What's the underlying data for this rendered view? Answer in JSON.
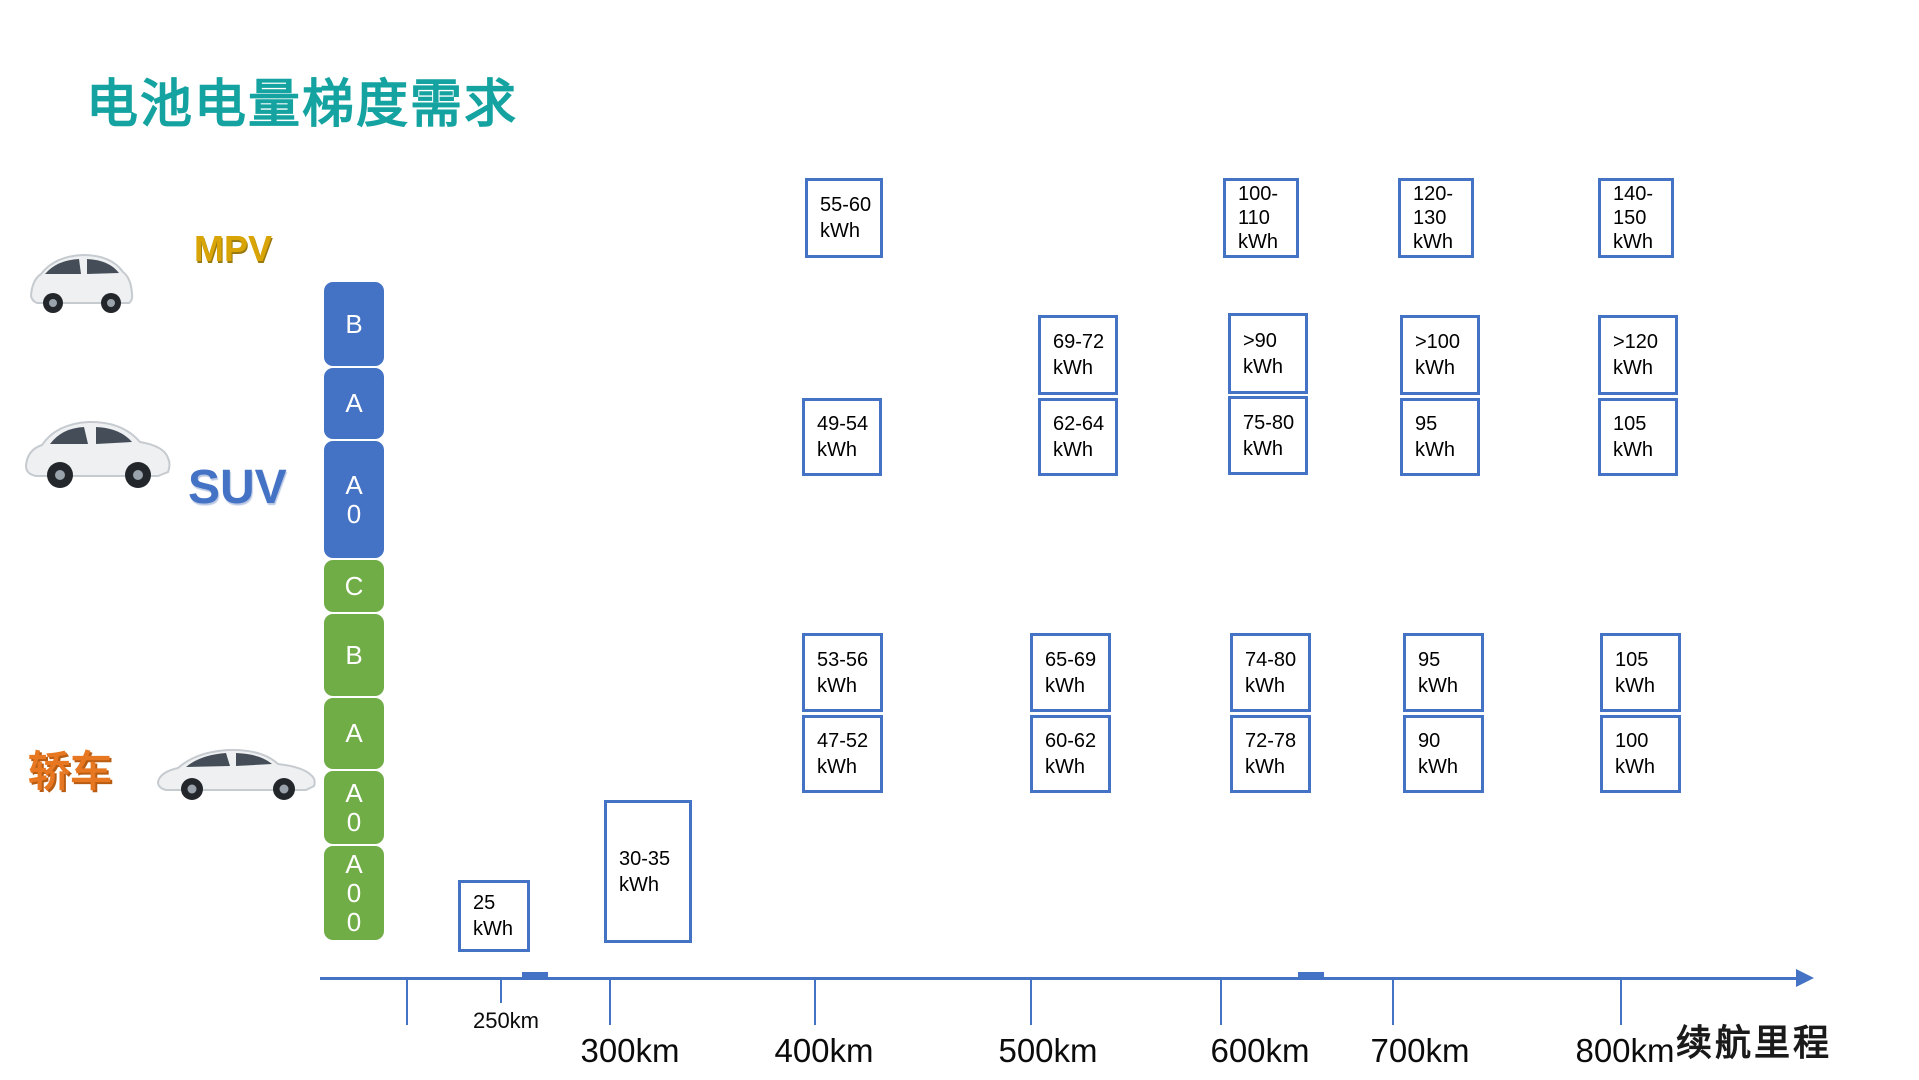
{
  "title": "电池电量梯度需求",
  "vehicles": {
    "mpv_label": "MPV",
    "suv_label": "SUV",
    "sedan_label": "轿车"
  },
  "size_bar": {
    "suv_lines": [
      [
        "B"
      ],
      [
        "A"
      ],
      [
        "A",
        "0"
      ]
    ],
    "sedan_lines": [
      [
        "C"
      ],
      [
        "B"
      ],
      [
        "A"
      ],
      [
        "A",
        "0"
      ],
      [
        "A",
        "0",
        "0"
      ]
    ]
  },
  "axis": {
    "title": "续航里程",
    "tick_labels": [
      "250km",
      "300km",
      "400km",
      "500km",
      "600km",
      "700km",
      "800km"
    ]
  },
  "boxes": {
    "mpv_400": {
      "lines": [
        "55-60",
        "kWh"
      ]
    },
    "mpv_600": {
      "lines": [
        "100-",
        "110",
        "kWh"
      ]
    },
    "mpv_700": {
      "lines": [
        "120-",
        "130",
        "kWh"
      ]
    },
    "mpv_800": {
      "lines": [
        "140-",
        "150",
        "kWh"
      ]
    },
    "suv_500_upper": {
      "lines": [
        "69-72",
        "kWh"
      ]
    },
    "suv_600_upper": {
      "lines": [
        ">90",
        "kWh"
      ]
    },
    "suv_700_upper": {
      "lines": [
        ">100",
        "kWh"
      ]
    },
    "suv_800_upper": {
      "lines": [
        ">120",
        "kWh"
      ]
    },
    "suv_400_lower": {
      "lines": [
        "49-54",
        "kWh"
      ]
    },
    "suv_500_lower": {
      "lines": [
        "62-64",
        "kWh"
      ]
    },
    "suv_600_lower": {
      "lines": [
        "75-80",
        "kWh"
      ]
    },
    "suv_700_lower": {
      "lines": [
        "95",
        "kWh"
      ]
    },
    "suv_800_lower": {
      "lines": [
        "105",
        "kWh"
      ]
    },
    "sedan_400_upper": {
      "lines": [
        "53-56",
        "kWh"
      ]
    },
    "sedan_500_upper": {
      "lines": [
        "65-69",
        "kWh"
      ]
    },
    "sedan_600_upper": {
      "lines": [
        "74-80",
        "kWh"
      ]
    },
    "sedan_700_upper": {
      "lines": [
        "95",
        "kWh"
      ]
    },
    "sedan_800_upper": {
      "lines": [
        "105",
        "kWh"
      ]
    },
    "sedan_400_lower": {
      "lines": [
        "47-52",
        "kWh"
      ]
    },
    "sedan_500_lower": {
      "lines": [
        "60-62",
        "kWh"
      ]
    },
    "sedan_600_lower": {
      "lines": [
        "72-78",
        "kWh"
      ]
    },
    "sedan_700_lower": {
      "lines": [
        "90",
        "kWh"
      ]
    },
    "sedan_800_lower": {
      "lines": [
        "100",
        "kWh"
      ]
    },
    "sedan_300": {
      "lines": [
        "30-35",
        "kWh"
      ]
    },
    "sedan_250": {
      "lines": [
        "25",
        "kWh"
      ]
    }
  },
  "colors": {
    "accent_blue": "#4472C4",
    "accent_green": "#70AD47",
    "title_teal": "#14A3A0",
    "mpv_gold": "#D9A506",
    "sedan_orange": "#E87722"
  },
  "chart_data": {
    "type": "scatter",
    "title": "电池电量梯度需求",
    "xlabel": "续航里程",
    "x_ticks": [
      "250km",
      "300km",
      "400km",
      "500km",
      "600km",
      "700km",
      "800km"
    ],
    "legend_position": "left",
    "grid": false,
    "series": [
      {
        "name": "MPV",
        "points": [
          {
            "range": "400km",
            "capacity_kwh": "55-60"
          },
          {
            "range": "600km",
            "capacity_kwh": "100-110"
          },
          {
            "range": "700km",
            "capacity_kwh": "120-130"
          },
          {
            "range": "800km",
            "capacity_kwh": "140-150"
          }
        ]
      },
      {
        "name": "SUV",
        "size_classes": [
          "B",
          "A",
          "A0"
        ],
        "points": [
          {
            "range": "400km",
            "upper_kwh": null,
            "lower_kwh": "49-54"
          },
          {
            "range": "500km",
            "upper_kwh": "69-72",
            "lower_kwh": "62-64"
          },
          {
            "range": "600km",
            "upper_kwh": ">90",
            "lower_kwh": "75-80"
          },
          {
            "range": "700km",
            "upper_kwh": ">100",
            "lower_kwh": "95"
          },
          {
            "range": "800km",
            "upper_kwh": ">120",
            "lower_kwh": "105"
          }
        ]
      },
      {
        "name": "轿车",
        "size_classes": [
          "C",
          "B",
          "A",
          "A0",
          "A00"
        ],
        "points": [
          {
            "range": "250km",
            "upper_kwh": null,
            "lower_kwh": "25"
          },
          {
            "range": "300km",
            "upper_kwh": null,
            "lower_kwh": "30-35"
          },
          {
            "range": "400km",
            "upper_kwh": "53-56",
            "lower_kwh": "47-52"
          },
          {
            "range": "500km",
            "upper_kwh": "65-69",
            "lower_kwh": "60-62"
          },
          {
            "range": "600km",
            "upper_kwh": "74-80",
            "lower_kwh": "72-78"
          },
          {
            "range": "700km",
            "upper_kwh": "95",
            "lower_kwh": "90"
          },
          {
            "range": "800km",
            "upper_kwh": "105",
            "lower_kwh": "100"
          }
        ]
      }
    ]
  }
}
